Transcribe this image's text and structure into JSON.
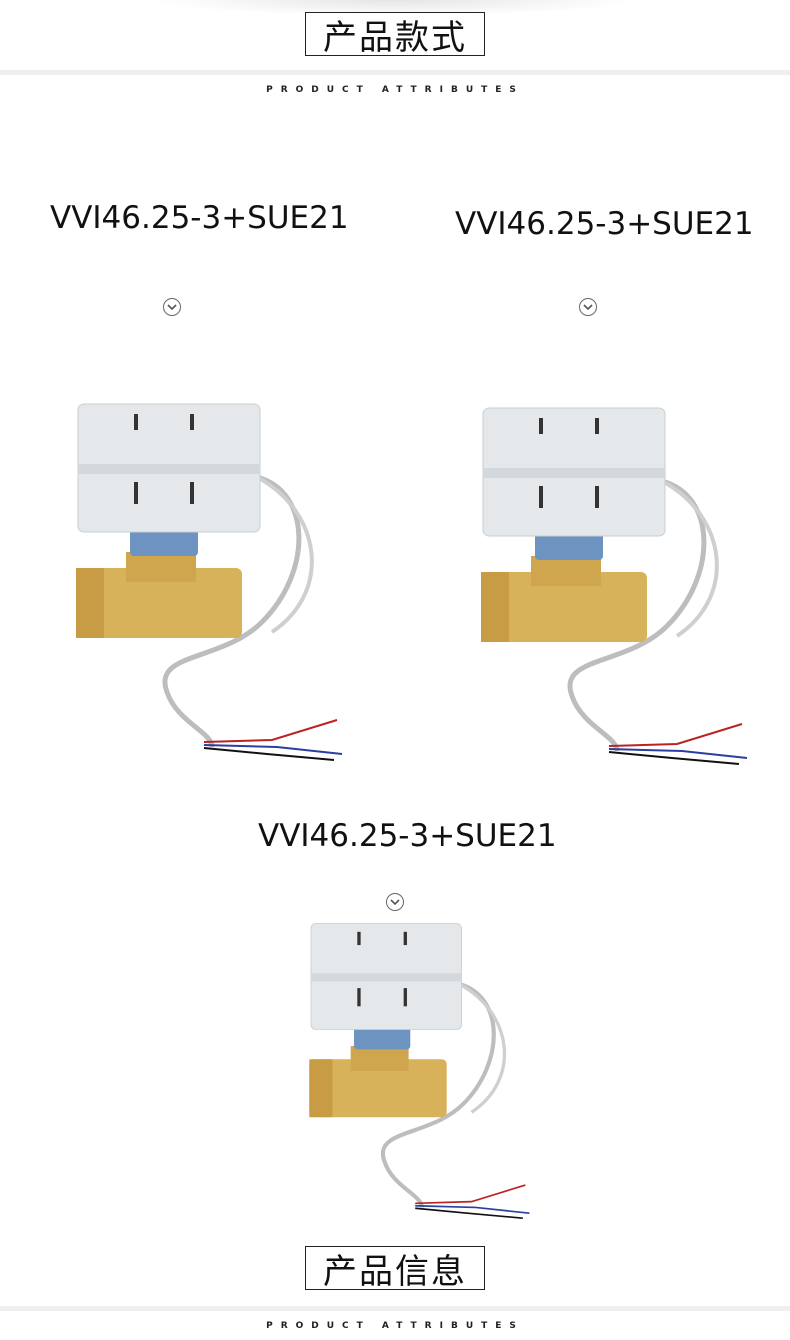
{
  "section1": {
    "title": "产品款式",
    "subtitle": "PRODUCT   ATTRIBUTES"
  },
  "products": [
    {
      "model": "VVI46.25-3+SUE21",
      "icon": "chevron-down-circle-icon"
    },
    {
      "model": "VVI46.25-3+SUE21",
      "icon": "chevron-down-circle-icon"
    },
    {
      "model": "VVI46.25-3+SUE21",
      "icon": "chevron-down-circle-icon"
    }
  ],
  "section2": {
    "title": "产品信息",
    "subtitle": "PRODUCT   ATTRIBUTES"
  },
  "colors": {
    "actuator": "#e4e8ea",
    "brass": "#d8b25a",
    "collar": "#6d93c0",
    "cable": "#c9c9c9"
  }
}
